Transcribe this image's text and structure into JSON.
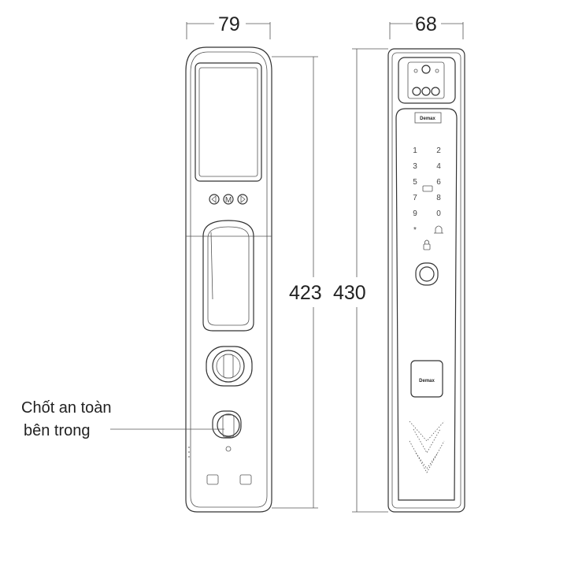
{
  "dimensions": {
    "front_width": "79",
    "side_width": "68",
    "front_height": "423",
    "side_height": "430"
  },
  "callout": {
    "line1": "Chốt an toàn",
    "line2": "bên trong"
  },
  "front_buttons": {
    "menu": "M"
  },
  "keypad": {
    "keys": [
      "1",
      "2",
      "3",
      "4",
      "5",
      "6",
      "7",
      "8",
      "9",
      "0",
      "*"
    ]
  },
  "brand": {
    "logo": "Demax"
  }
}
